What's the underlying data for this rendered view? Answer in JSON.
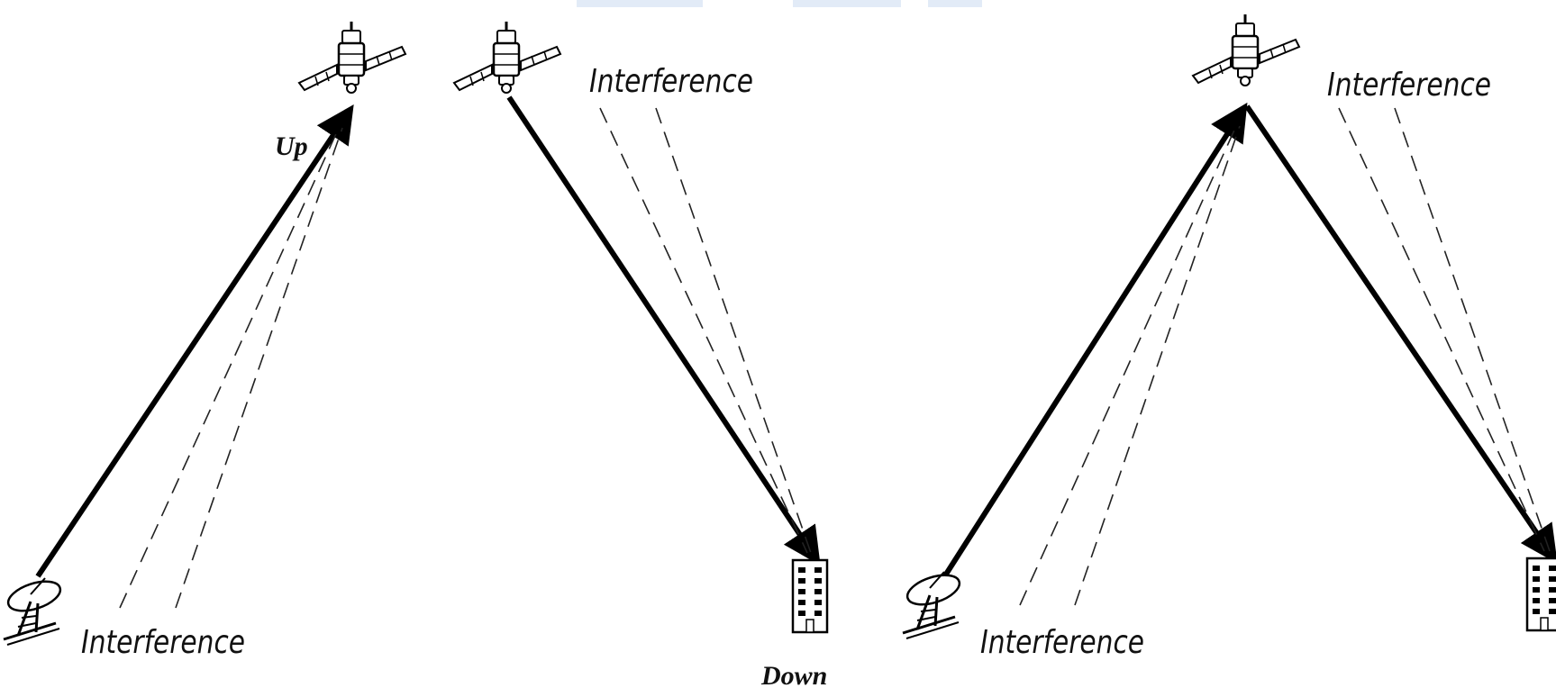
{
  "diagram": {
    "labels": {
      "up": "Up",
      "down": "Down",
      "interference_uplink": "Interference",
      "interference_downlink": "Interference",
      "interference_combined_uplink": "Interference",
      "interference_combined_downlink": "Interference"
    },
    "icons": {
      "satellite": "satellite-icon",
      "earth_station": "satellite-dish-icon",
      "building": "building-icon",
      "arrow": "arrowhead-icon"
    },
    "colors": {
      "line": "#000000",
      "background": "#ffffff"
    }
  }
}
